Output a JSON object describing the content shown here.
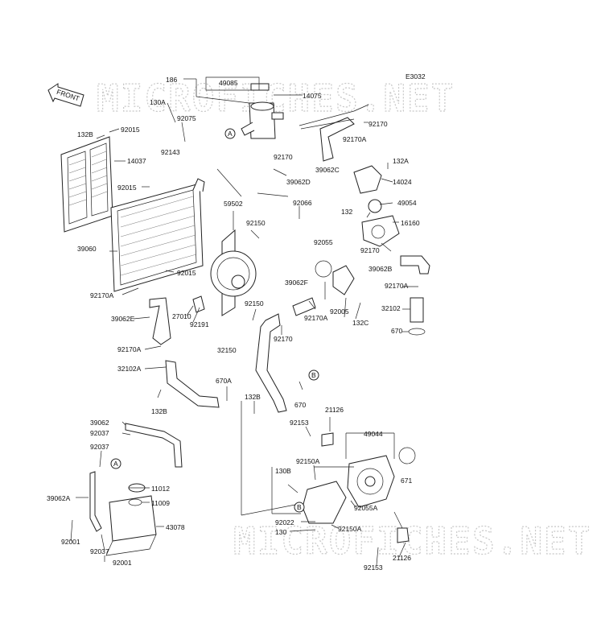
{
  "diagram": {
    "code": "E3032",
    "front_label": "FRONT",
    "watermark": "MICROFICHES.NET",
    "markers": [
      "A",
      "A",
      "B",
      "B"
    ],
    "labels": [
      "186",
      "49085",
      "14075",
      "130A",
      "92075",
      "92015",
      "132B",
      "92143",
      "14037",
      "92170",
      "92170A",
      "39062C",
      "132A",
      "14024",
      "92170",
      "39062D",
      "92015",
      "92066",
      "49054",
      "132",
      "16160",
      "59502",
      "92150",
      "39060",
      "92055",
      "92170",
      "39062B",
      "92015",
      "39062F",
      "92170A",
      "92170A",
      "27010",
      "92191",
      "92005",
      "32102",
      "92150",
      "39062E",
      "92170",
      "92170A",
      "132C",
      "670",
      "32150",
      "92170A",
      "32102A",
      "670A",
      "132B",
      "670",
      "132B",
      "21126",
      "39062",
      "92153",
      "92037",
      "49044",
      "92037",
      "92150A",
      "130B",
      "671",
      "11012",
      "39062A",
      "11009",
      "92055A",
      "43078",
      "92022",
      "130",
      "92150A",
      "92001",
      "92037",
      "21126",
      "92001",
      "92153"
    ]
  }
}
